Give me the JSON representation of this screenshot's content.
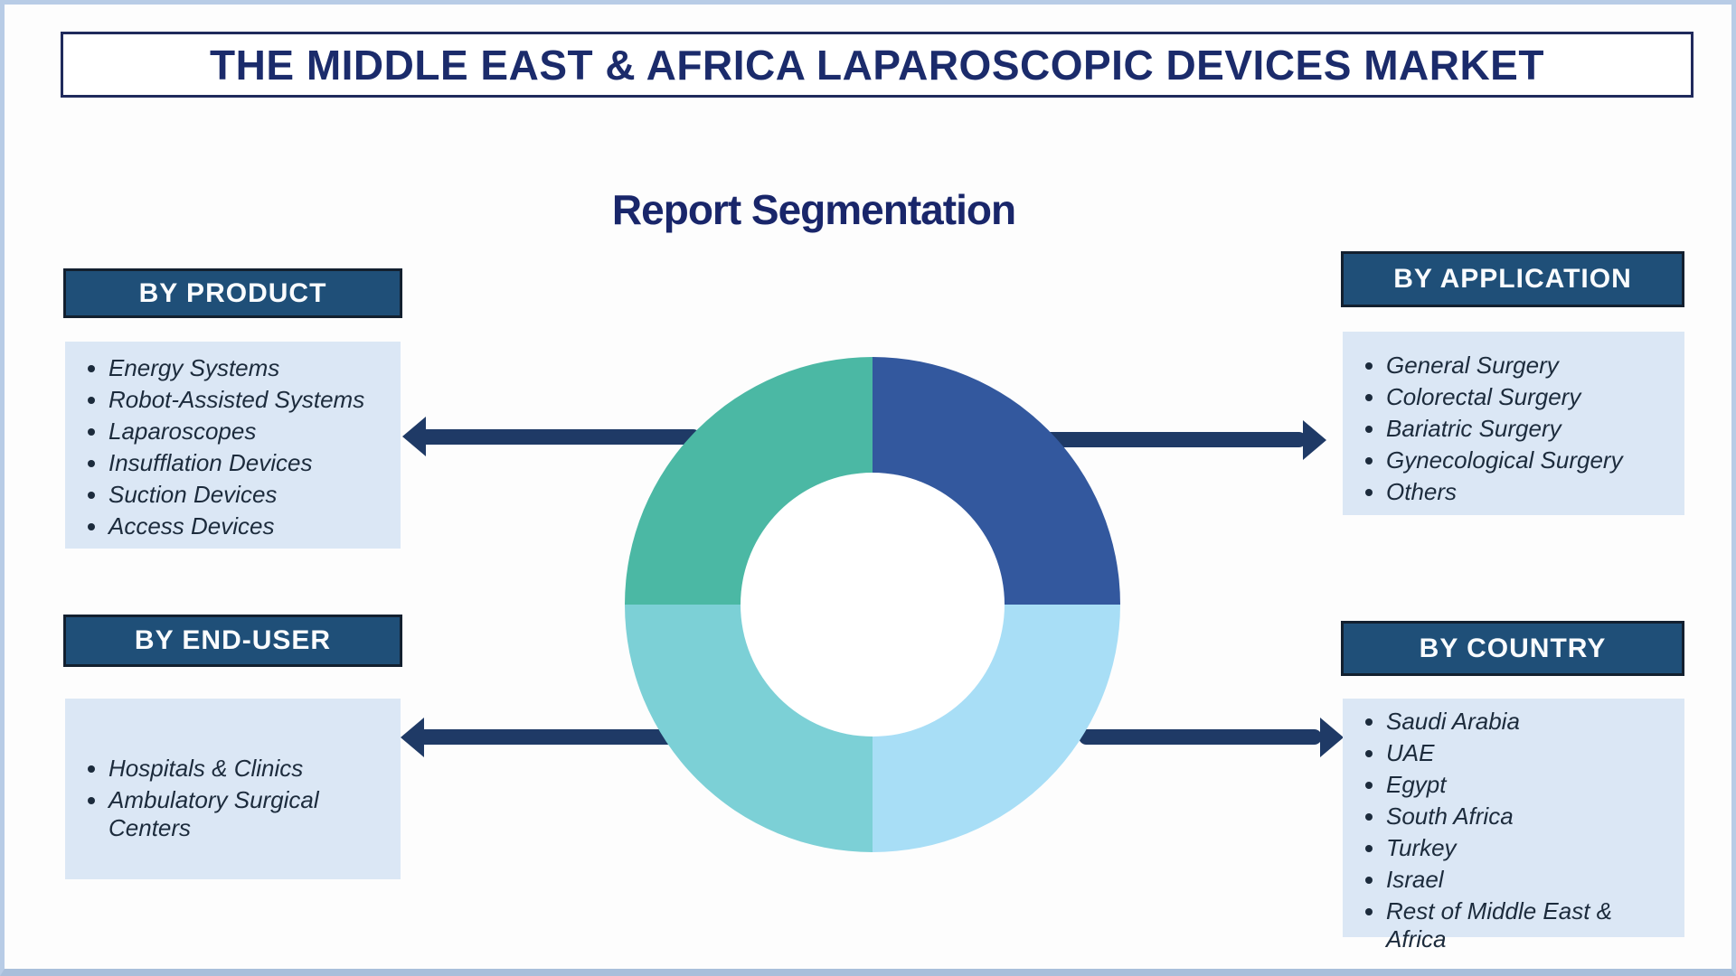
{
  "page": {
    "title": "THE MIDDLE EAST & AFRICA LAPAROSCOPIC DEVICES MARKET",
    "subtitle": "Report Segmentation"
  },
  "segments": {
    "product": {
      "header": "BY PRODUCT",
      "items": [
        "Energy Systems",
        "Robot-Assisted Systems",
        "Laparoscopes",
        "Insufflation Devices",
        "Suction Devices",
        "Access Devices"
      ]
    },
    "application": {
      "header": "BY APPLICATION",
      "items": [
        "General Surgery",
        "Colorectal Surgery",
        "Bariatric Surgery",
        "Gynecological Surgery",
        "Others"
      ]
    },
    "end_user": {
      "header": "BY END-USER",
      "items": [
        "Hospitals & Clinics",
        "Ambulatory Surgical Centers"
      ]
    },
    "country": {
      "header": "BY COUNTRY",
      "items": [
        "Saudi Arabia",
        "UAE",
        "Egypt",
        "South Africa",
        "Turkey",
        "Israel",
        "Rest of Middle East & Africa"
      ]
    }
  },
  "donut_chart": {
    "type": "pie",
    "segments": [
      {
        "label": "By Application",
        "value": 25,
        "position": "top-right",
        "color": "#33589e"
      },
      {
        "label": "By Country",
        "value": 25,
        "position": "bottom-right",
        "color": "#a8def6"
      },
      {
        "label": "By End-User",
        "value": 25,
        "position": "bottom-left",
        "color": "#7cd0d6"
      },
      {
        "label": "By Product",
        "value": 25,
        "position": "top-left",
        "color": "#4bb8a4"
      }
    ],
    "hole_color": "#ffffff"
  },
  "colors": {
    "title_navy": "#1b2b6b",
    "header_box_bg": "#1f4f78",
    "header_box_border": "#13202f",
    "list_box_bg": "#dbe7f5",
    "list_text": "#1c2b3c",
    "arrow_navy": "#1f3a66",
    "page_border": "#b8cce6"
  }
}
